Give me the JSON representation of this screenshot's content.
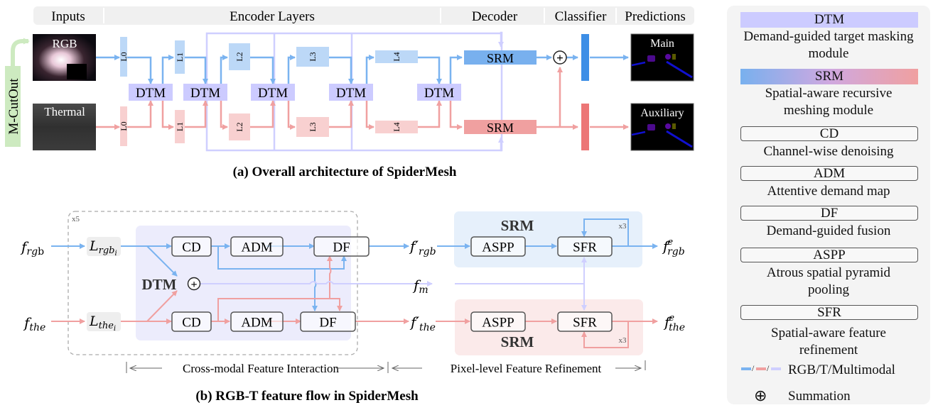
{
  "part_a": {
    "caption": "(a) Overall architecture of SpiderMesh",
    "header": {
      "inputs": "Inputs",
      "encoder": "Encoder Layers",
      "decoder": "Decoder",
      "classifier": "Classifier",
      "predictions": "Predictions"
    },
    "augment_label": "M-CutOut",
    "rgb_label": "RGB",
    "thermal_label": "Thermal",
    "layers": [
      "L0",
      "L1",
      "L2",
      "L3",
      "L4"
    ],
    "dtm_label": "DTM",
    "srm_label": "SRM",
    "sum_symbol": "+",
    "pred_main": "Main",
    "pred_aux": "Auxiliary"
  },
  "part_b": {
    "caption": "(b) RGB-T feature flow in SpiderMesh",
    "repeat_label": "x5",
    "loop_label": "x3",
    "inputs": {
      "rgb": "f_rgb",
      "the": "f_the"
    },
    "layer_rgb": "L_rgb_i",
    "layer_the": "L_the_i",
    "dtm_title": "DTM",
    "srm_title": "SRM",
    "blocks": {
      "cd": "CD",
      "adm": "ADM",
      "df": "DF",
      "aspp": "ASPP",
      "sfr": "SFR"
    },
    "intermediate": {
      "rgb": "f'_rgb",
      "the": "f'_the",
      "m": "f_m"
    },
    "outputs": {
      "rgb": "f^e_rgb",
      "the": "f^e_the"
    },
    "span_left": "Cross-modal Feature Interaction",
    "span_right": "Pixel-level Feature Refinement"
  },
  "legend": {
    "items": [
      {
        "key": "DTM",
        "desc": "Demand-guided target masking module"
      },
      {
        "key": "SRM",
        "desc": "Spatial-aware recursive meshing module"
      },
      {
        "key": "CD",
        "desc": "Channel-wise denoising"
      },
      {
        "key": "ADM",
        "desc": "Attentive demand map"
      },
      {
        "key": "DF",
        "desc": "Demand-guided fusion"
      },
      {
        "key": "ASPP",
        "desc": "Atrous spatial pyramid pooling"
      },
      {
        "key": "SFR",
        "desc": "Spatial-aware feature refinement"
      }
    ],
    "line_legend": "RGB/T/Multimodal",
    "sum_legend": "Summation",
    "sum_symbol": "⊕"
  },
  "colors": {
    "rgb": "#7ab3f0",
    "thermal": "#f0a0a0",
    "multimodal": "#cfcfff",
    "dtm_fill": "#cccbff",
    "rgb_layer": "#bcd8f7",
    "the_layer": "#f8d0d0",
    "srm_rgb": "#78b0ee",
    "srm_the": "#f0a0a0",
    "cls_rgb": "#3d8ee6",
    "cls_the": "#ec7676",
    "augment": "#cdeac0"
  }
}
